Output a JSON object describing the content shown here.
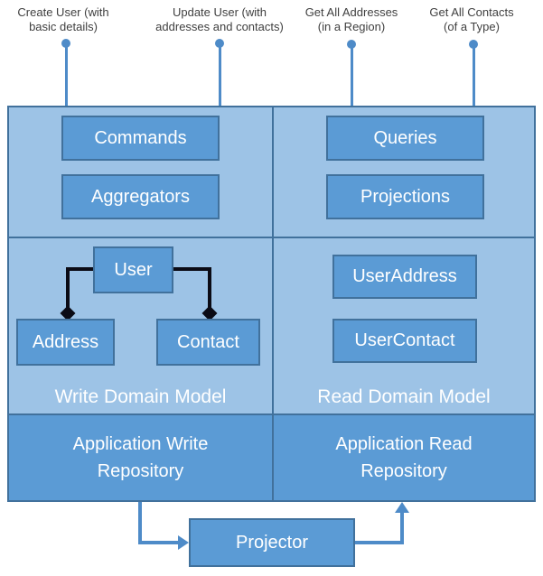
{
  "top_labels": [
    {
      "lines": [
        "Create User (with",
        "basic details)"
      ]
    },
    {
      "lines": [
        "Update User (with",
        "addresses and contacts)"
      ]
    },
    {
      "lines": [
        "Get All Addresses",
        "(in a Region)"
      ]
    },
    {
      "lines": [
        "Get All Contacts",
        "(of a Type)"
      ]
    }
  ],
  "write_side": {
    "commands_label": "Commands",
    "aggregators_label": "Aggregators",
    "user_label": "User",
    "address_label": "Address",
    "contact_label": "Contact",
    "domain_model_label": "Write Domain Model",
    "repository_label": "Application Write Repository"
  },
  "read_side": {
    "queries_label": "Queries",
    "projections_label": "Projections",
    "user_address_label": "UserAddress",
    "user_contact_label": "UserContact",
    "domain_model_label": "Read Domain Model",
    "repository_label": "Application Read Repository"
  },
  "projector_label": "Projector",
  "colors": {
    "panel_fill": "#9DC3E6",
    "panel_border": "#41719C",
    "box_fill": "#5B9BD5",
    "box_border": "#41719C",
    "repository_fill": "#5B9BD5",
    "connector_blue": "#4E8BC8",
    "connector_black": "#0B0B15",
    "label_text": "#404040",
    "box_text": "#FFFFFF"
  }
}
